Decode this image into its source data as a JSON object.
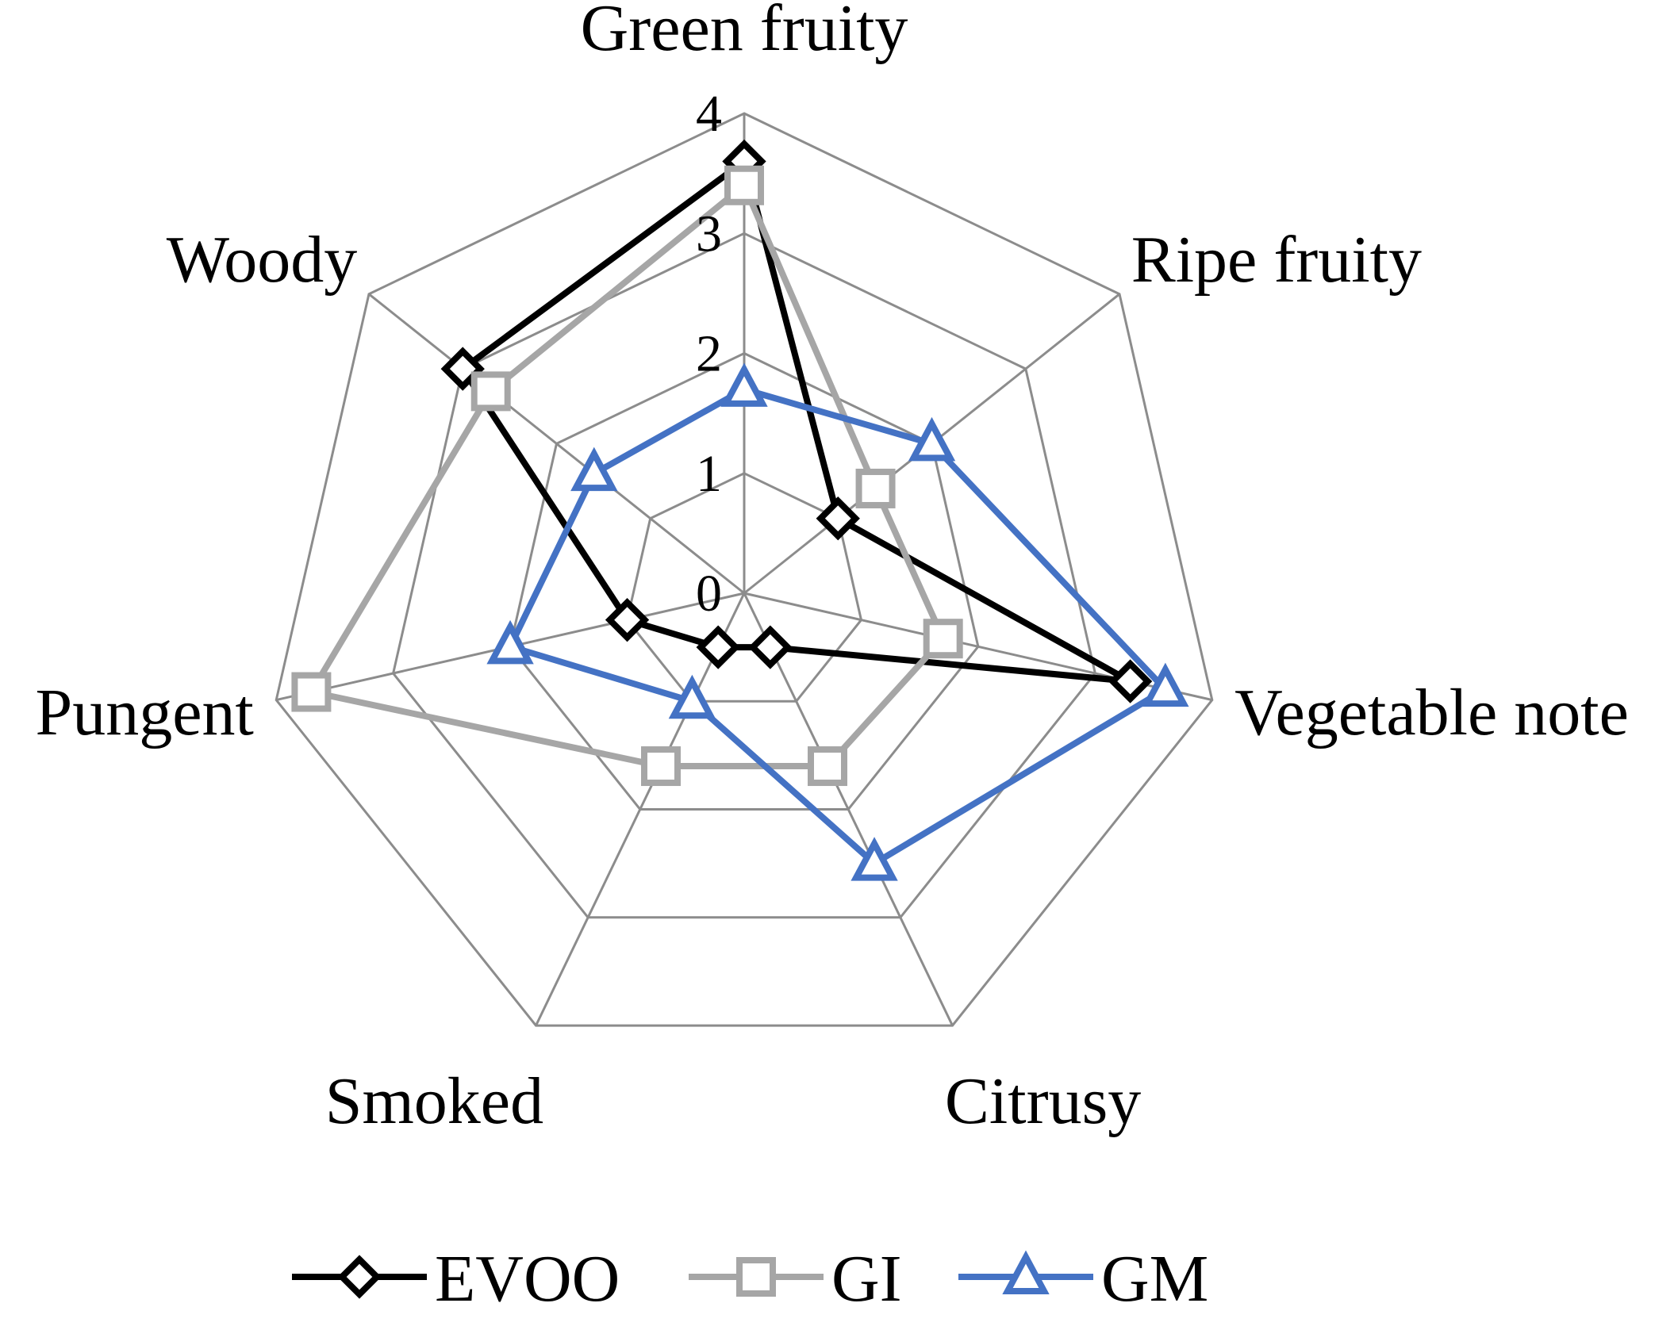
{
  "chart_data": {
    "type": "radar",
    "axes": [
      "Green fruity",
      "Ripe fruity",
      "Vegetable note",
      "Citrusy",
      "Smoked",
      "Pungent",
      "Woody"
    ],
    "scale": {
      "min": 0,
      "max": 4,
      "ticks": [
        0,
        1,
        2,
        3,
        4
      ]
    },
    "grid": true,
    "legend": "bottom",
    "series": [
      {
        "name": "EVOO",
        "color": "#000000",
        "marker": "diamond",
        "values": [
          3.6,
          1.0,
          3.3,
          0.5,
          0.5,
          1.0,
          3.0
        ]
      },
      {
        "name": "GI",
        "color": "#a6a6a6",
        "marker": "square",
        "values": [
          3.4,
          1.4,
          1.7,
          1.6,
          1.6,
          3.7,
          2.7
        ]
      },
      {
        "name": "GM",
        "color": "#4472c4",
        "marker": "triangle",
        "values": [
          1.7,
          2.0,
          3.6,
          2.5,
          1.0,
          2.0,
          1.6
        ]
      }
    ]
  }
}
